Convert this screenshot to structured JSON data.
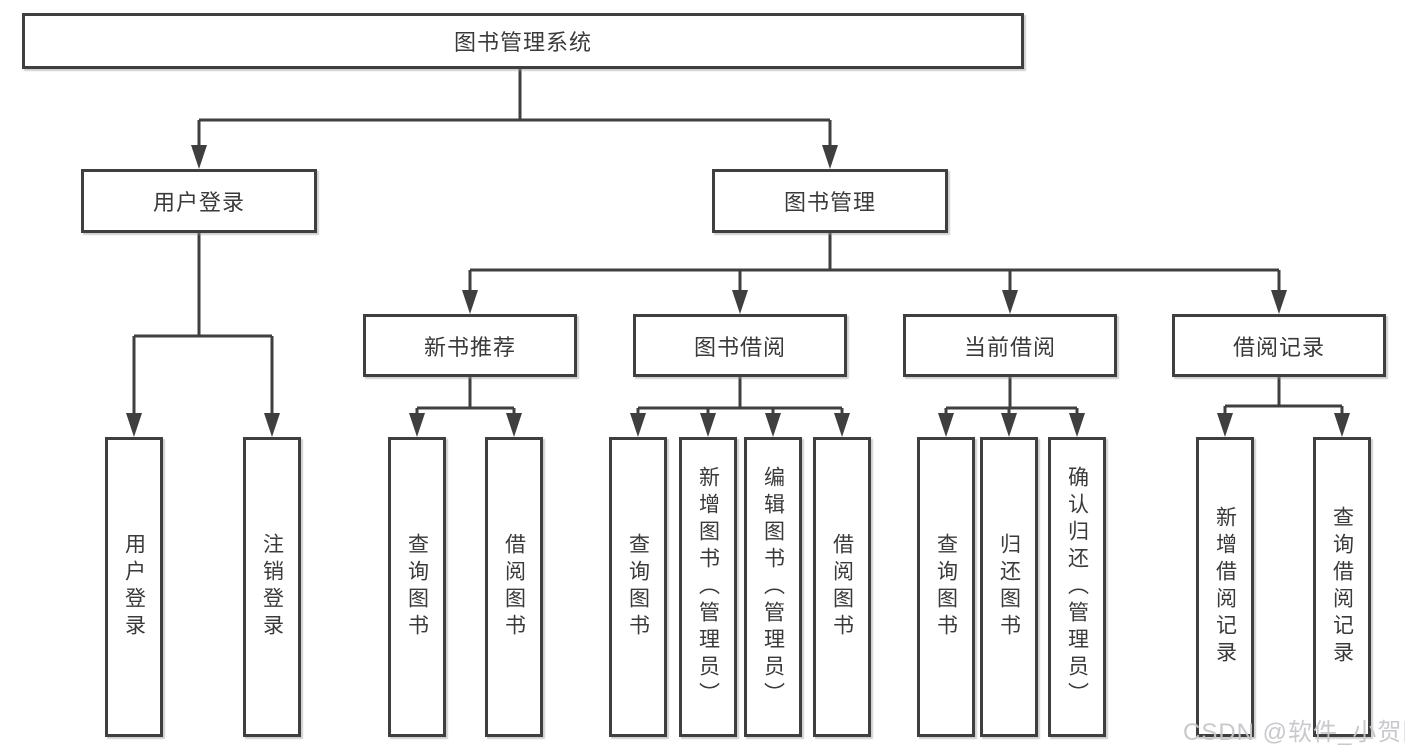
{
  "diagram": {
    "type": "hierarchy-tree",
    "colors": {
      "line": "#3f3f3f",
      "box_border": "#3f3f3f",
      "text": "#3a3a3a",
      "background": "#ffffff",
      "watermark": "#c4c6ca"
    },
    "root": {
      "label": "图书管理系统"
    },
    "level2": [
      {
        "id": "user-login",
        "label": "用户登录",
        "parent": "图书管理系统"
      },
      {
        "id": "book-management",
        "label": "图书管理",
        "parent": "图书管理系统"
      }
    ],
    "level3": [
      {
        "id": "new-book-recommendation",
        "label": "新书推荐",
        "parent": "图书管理"
      },
      {
        "id": "book-borrowing",
        "label": "图书借阅",
        "parent": "图书管理"
      },
      {
        "id": "current-borrowing",
        "label": "当前借阅",
        "parent": "图书管理"
      },
      {
        "id": "borrowing-records",
        "label": "借阅记录",
        "parent": "图书管理"
      }
    ],
    "leaves": [
      {
        "label": "用户登录",
        "parent": "用户登录"
      },
      {
        "label": "注销登录",
        "parent": "用户登录"
      },
      {
        "label": "查询图书",
        "parent": "新书推荐"
      },
      {
        "label": "借阅图书",
        "parent": "新书推荐"
      },
      {
        "label": "查询图书",
        "parent": "图书借阅"
      },
      {
        "label": "新增图书（管理员）",
        "parent": "图书借阅"
      },
      {
        "label": "编辑图书（管理员）",
        "parent": "图书借阅"
      },
      {
        "label": "借阅图书",
        "parent": "图书借阅"
      },
      {
        "label": "查询图书",
        "parent": "当前借阅"
      },
      {
        "label": "归还图书",
        "parent": "当前借阅"
      },
      {
        "label": "确认归还（管理员）",
        "parent": "当前借阅"
      },
      {
        "label": "新增借阅记录",
        "parent": "借阅记录"
      },
      {
        "label": "查询借阅记录",
        "parent": "借阅记录"
      }
    ]
  },
  "watermark": {
    "text": "CSDN @软件_小贺同学"
  }
}
